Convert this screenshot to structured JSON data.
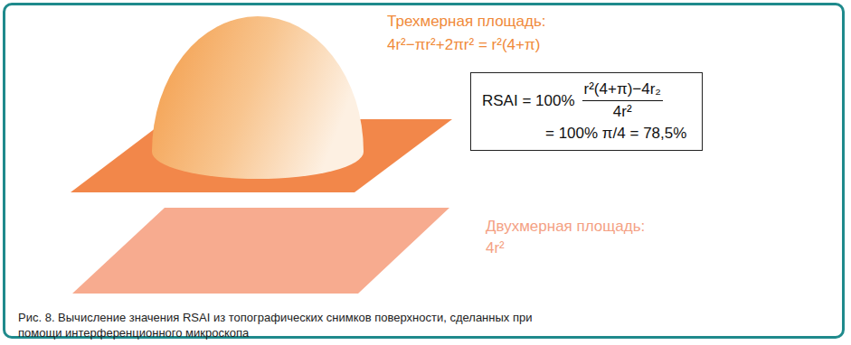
{
  "diagram": {
    "caption": "Рис. 8. Вычисление значения RSAI из топографических снимков поверхности, сделанных при помощи интерференционного микроскопа",
    "nodes": [
      {
        "text": [
          "RSAI = 100%",
          "r²(4+π)−4r₂",
          "4r²",
          "= 100% π/4 = 78,5%"
        ]
      }
    ],
    "labels": [
      "Трехмерная площадь:",
      "4r²−πr²+2πr² = r²(4+π)",
      "Двухмерная площадь:",
      "4r²"
    ]
  }
}
